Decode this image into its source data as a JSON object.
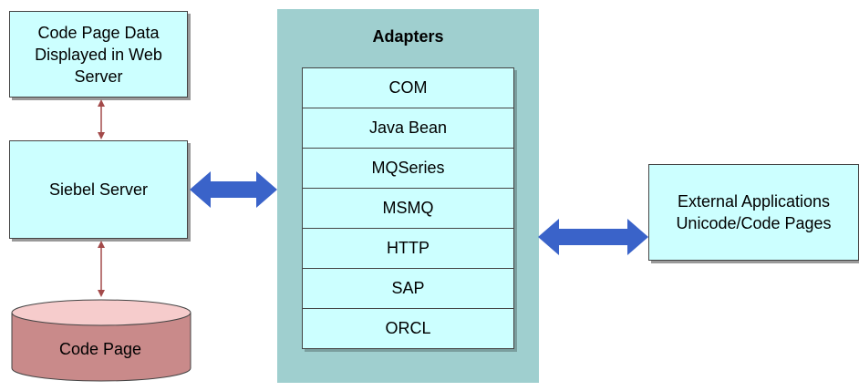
{
  "boxes": {
    "code_page_web": "Code Page Data\nDisplayed in Web\nServer",
    "siebel_server": "Siebel Server",
    "external_apps": "External Applications\nUnicode/Code Pages",
    "code_page_db": "Code Page"
  },
  "adapters": {
    "title": "Adapters",
    "items": [
      "COM",
      "Java Bean",
      "MQSeries",
      "MSMQ",
      "HTTP",
      "SAP",
      "ORCL"
    ]
  },
  "colors": {
    "box_fill": "#ccffff",
    "panel_fill": "#9fcfcf",
    "cylinder_fill": "#c98a8a",
    "cylinder_top": "#f6cccc",
    "double_arrow": "#3a63c9",
    "connector": "#a34a4a"
  }
}
